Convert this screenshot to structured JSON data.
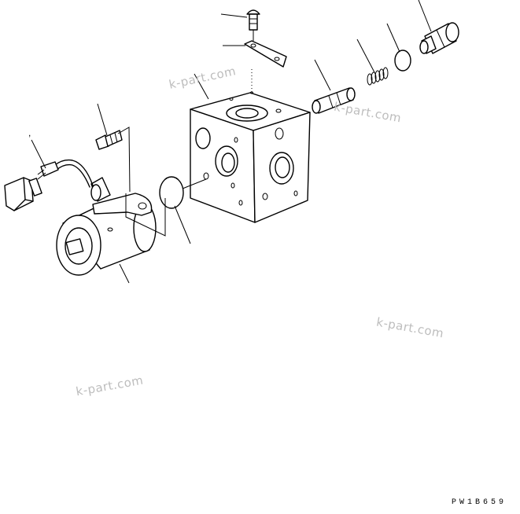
{
  "watermarks": [
    "k-part.com",
    "k-part.com",
    "k-part.com",
    "k-part.com"
  ],
  "figure_code": "PW1B659",
  "stray_mark": ","
}
